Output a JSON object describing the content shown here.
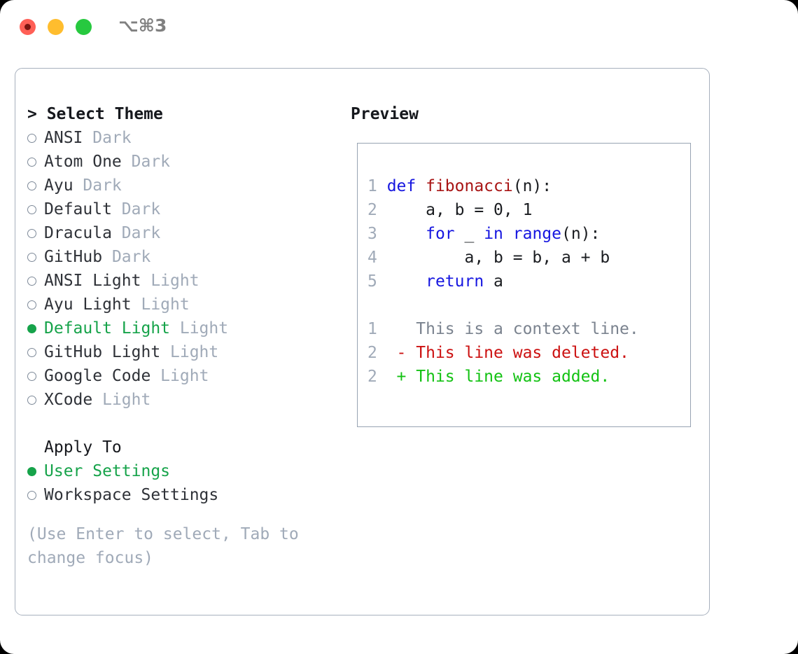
{
  "window": {
    "shortcut": "⌥⌘3",
    "traffic_lights": [
      "close-red",
      "minimize-yellow",
      "maximize-green"
    ]
  },
  "theme_panel": {
    "title": "> Select Theme",
    "items": [
      {
        "bullet": "empty",
        "label": "ANSI",
        "suffix": "Dark",
        "selected": false
      },
      {
        "bullet": "empty",
        "label": "Atom One",
        "suffix": "Dark",
        "selected": false
      },
      {
        "bullet": "empty",
        "label": "Ayu",
        "suffix": "Dark",
        "selected": false
      },
      {
        "bullet": "empty",
        "label": "Default",
        "suffix": "Dark",
        "selected": false
      },
      {
        "bullet": "empty",
        "label": "Dracula",
        "suffix": "Dark",
        "selected": false
      },
      {
        "bullet": "empty",
        "label": "GitHub",
        "suffix": "Dark",
        "selected": false
      },
      {
        "bullet": "empty",
        "label": "ANSI Light",
        "suffix": "Light",
        "selected": false
      },
      {
        "bullet": "empty",
        "label": "Ayu Light",
        "suffix": "Light",
        "selected": false
      },
      {
        "bullet": "filled",
        "label": "Default Light",
        "suffix": "Light",
        "selected": true
      },
      {
        "bullet": "empty",
        "label": "GitHub Light",
        "suffix": "Light",
        "selected": false
      },
      {
        "bullet": "empty",
        "label": "Google Code",
        "suffix": "Light",
        "selected": false
      },
      {
        "bullet": "empty",
        "label": "XCode",
        "suffix": "Light",
        "selected": false
      }
    ]
  },
  "apply_to": {
    "title": "Apply To",
    "items": [
      {
        "bullet": "filled",
        "label": "User Settings",
        "selected": true
      },
      {
        "bullet": "empty",
        "label": "Workspace Settings",
        "selected": false
      }
    ]
  },
  "hint": "(Use Enter to select, Tab to change focus)",
  "preview": {
    "title": "Preview",
    "code_lines": [
      {
        "num": "1",
        "tokens": [
          {
            "t": "def ",
            "c": "kw"
          },
          {
            "t": "fibonacci",
            "c": "fn"
          },
          {
            "t": "(n):",
            "c": "plain"
          }
        ]
      },
      {
        "num": "2",
        "tokens": [
          {
            "t": "    a, b = 0, 1",
            "c": "plain"
          }
        ]
      },
      {
        "num": "3",
        "tokens": [
          {
            "t": "    ",
            "c": "plain"
          },
          {
            "t": "for",
            "c": "kw"
          },
          {
            "t": " _ ",
            "c": "plain"
          },
          {
            "t": "in",
            "c": "kw"
          },
          {
            "t": " ",
            "c": "plain"
          },
          {
            "t": "range",
            "c": "kw"
          },
          {
            "t": "(n):",
            "c": "plain"
          }
        ]
      },
      {
        "num": "4",
        "tokens": [
          {
            "t": "        a, b = b, a + b",
            "c": "plain"
          }
        ]
      },
      {
        "num": "5",
        "tokens": [
          {
            "t": "    ",
            "c": "plain"
          },
          {
            "t": "return",
            "c": "kw"
          },
          {
            "t": " a",
            "c": "plain"
          }
        ]
      }
    ],
    "diff_lines": [
      {
        "num": "1",
        "marker": "  ",
        "text": "This is a context line.",
        "kind": "diff-ctx"
      },
      {
        "num": "2",
        "marker": "- ",
        "text": "This line was deleted.",
        "kind": "diff-del"
      },
      {
        "num": "2",
        "marker": "+ ",
        "text": "This line was added.",
        "kind": "diff-add"
      }
    ]
  },
  "colors": {
    "accent_green": "#16a34a",
    "muted": "#a0aab8",
    "keyword_blue": "#1616e0",
    "function_red": "#a81414",
    "diff_added": "#13c213",
    "diff_deleted": "#cc1111",
    "border": "#a7b0bd"
  }
}
